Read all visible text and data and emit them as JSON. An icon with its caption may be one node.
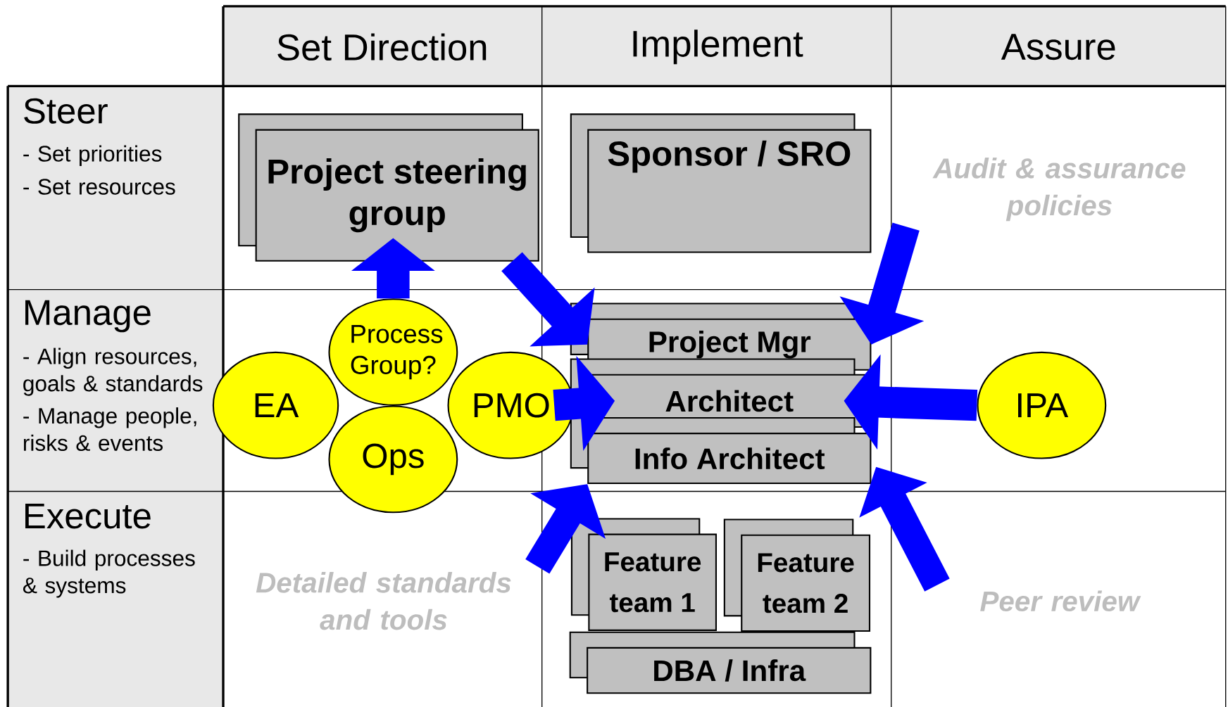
{
  "diagram": {
    "nodes": [
      {
        "text": [
          "Project steering group"
        ]
      },
      {
        "text": [
          "Sponsor / SRO"
        ]
      },
      {
        "text": [
          "Audit & assurance policies"
        ]
      },
      {
        "text": [
          "Process Group?"
        ]
      },
      {
        "text": [
          "EA"
        ]
      },
      {
        "text": [
          "PMO"
        ]
      },
      {
        "text": [
          "Ops"
        ]
      },
      {
        "text": [
          "Project Mgr"
        ]
      },
      {
        "text": [
          "Architect"
        ]
      },
      {
        "text": [
          "Info Architect"
        ]
      },
      {
        "text": [
          "IPA"
        ]
      },
      {
        "text": [
          "Detailed standards and tools"
        ]
      },
      {
        "text": [
          "Feature team 1"
        ]
      },
      {
        "text": [
          "Feature team 2"
        ]
      },
      {
        "text": [
          "DBA / Infra"
        ]
      },
      {
        "text": [
          "Peer review"
        ]
      }
    ],
    "edges": [
      {
        "from": 3,
        "to": 0,
        "arrow": "to"
      },
      {
        "from": 0,
        "to": 7,
        "arrow": "to"
      },
      {
        "from": 2,
        "to": 7,
        "arrow": "to"
      },
      {
        "from": 5,
        "to": 8,
        "arrow": "to"
      },
      {
        "from": 10,
        "to": 8,
        "arrow": "to"
      },
      {
        "from": 11,
        "to": 9,
        "arrow": "to"
      },
      {
        "from": 15,
        "to": 9,
        "arrow": "to"
      }
    ],
    "labels": [
      "Set Direction",
      "Implement",
      "Assure",
      "Steer",
      "- Set priorities",
      "- Set resources",
      "Manage",
      "- Align resources, goals & standards",
      "- Manage people, risks & events",
      "Execute",
      "- Build processes & systems"
    ]
  }
}
